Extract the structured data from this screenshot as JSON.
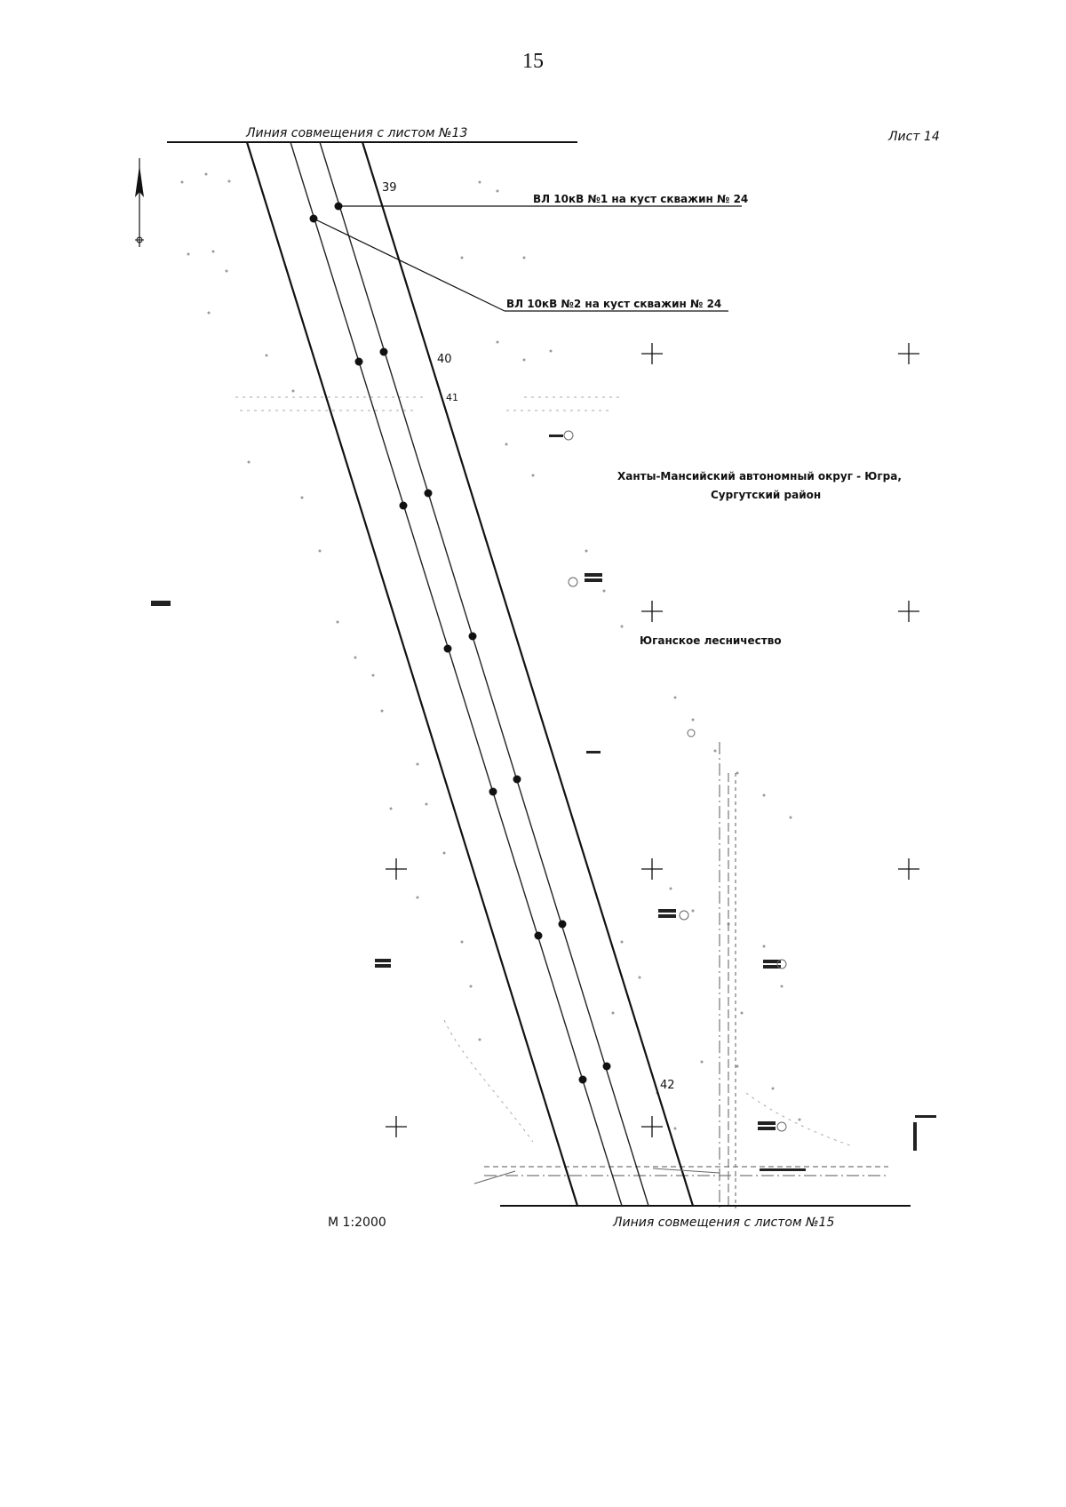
{
  "page_number": "15",
  "sheet_label": "Лист 14",
  "match_line_top": "Линия совмещения с листом №13",
  "match_line_bottom": "Линия совмещения с листом №15",
  "scale": "М 1:2000",
  "power_lines": {
    "line1": "ВЛ 10кВ №1 на куст скважин № 24",
    "line2": "ВЛ 10кВ №2 на куст скважин № 24"
  },
  "region": {
    "line1": "Ханты-Мансийский автономный округ - Югра,",
    "line2": "Сургутский район"
  },
  "forestry": "Юганское лесничество",
  "pickets": [
    "39",
    "40",
    "41",
    "42"
  ],
  "icons": [
    "north-arrow-icon"
  ]
}
